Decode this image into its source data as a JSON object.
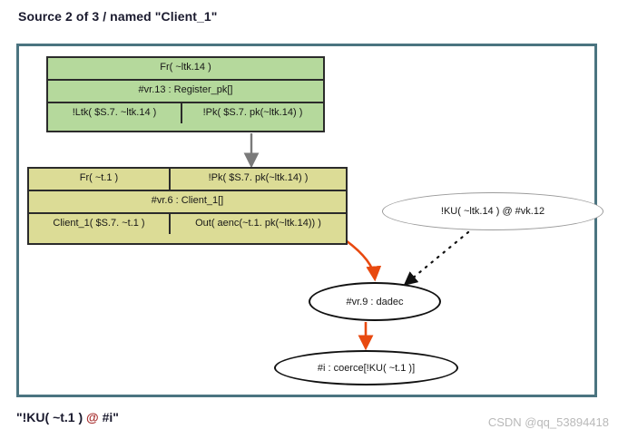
{
  "page": {
    "title": "Source 2 of 3 / named \"Client_1\"",
    "bottom_label_prefix": "\"!KU( ~t.1 ) ",
    "bottom_label_at": "@",
    "bottom_label_suffix": " #i\"",
    "watermark": "CSDN @qq_53894418"
  },
  "colors": {
    "frame_border": "#4b7480",
    "green_fill": "#b5d99c",
    "olive_fill": "#dcdc96",
    "node_border": "#111111",
    "orange_edge": "#e8490f",
    "grey_edge": "#7a7a7a",
    "accent_at": "#a83030",
    "watermark": "#b9b9b9"
  },
  "nodes": {
    "green_rule": {
      "id": "vr.13",
      "rows": [
        [
          "Fr( ~ltk.14 )"
        ],
        [
          "#vr.13 : Register_pk[]"
        ],
        [
          "!Ltk( $S.7. ~ltk.14 )",
          "!Pk( $S.7. pk(~ltk.14) )"
        ]
      ]
    },
    "olive_rule": {
      "id": "vr.6",
      "rows": [
        [
          "Fr( ~t.1 )",
          "!Pk( $S.7. pk(~ltk.14) )"
        ],
        [
          "#vr.6 : Client_1[]"
        ],
        [
          "Client_1( $S.7. ~t.1 )",
          "Out( aenc(~t.1. pk(~ltk.14)) )"
        ]
      ]
    },
    "ku_fact": {
      "label": "!KU( ~ltk.14 ) @ #vk.12"
    },
    "dadec": {
      "label": "#vr.9 : dadec"
    },
    "coerce": {
      "label": "#i : coerce[!KU( ~t.1 )]"
    }
  },
  "edges": [
    {
      "from": "green_rule",
      "to": "olive_rule",
      "style": "solid",
      "color": "#7a7a7a"
    },
    {
      "from": "olive_rule",
      "to": "dadec",
      "style": "solid",
      "color": "#e8490f"
    },
    {
      "from": "ku_fact",
      "to": "dadec",
      "style": "dotted",
      "color": "#111111"
    },
    {
      "from": "dadec",
      "to": "coerce",
      "style": "solid",
      "color": "#e8490f"
    }
  ]
}
